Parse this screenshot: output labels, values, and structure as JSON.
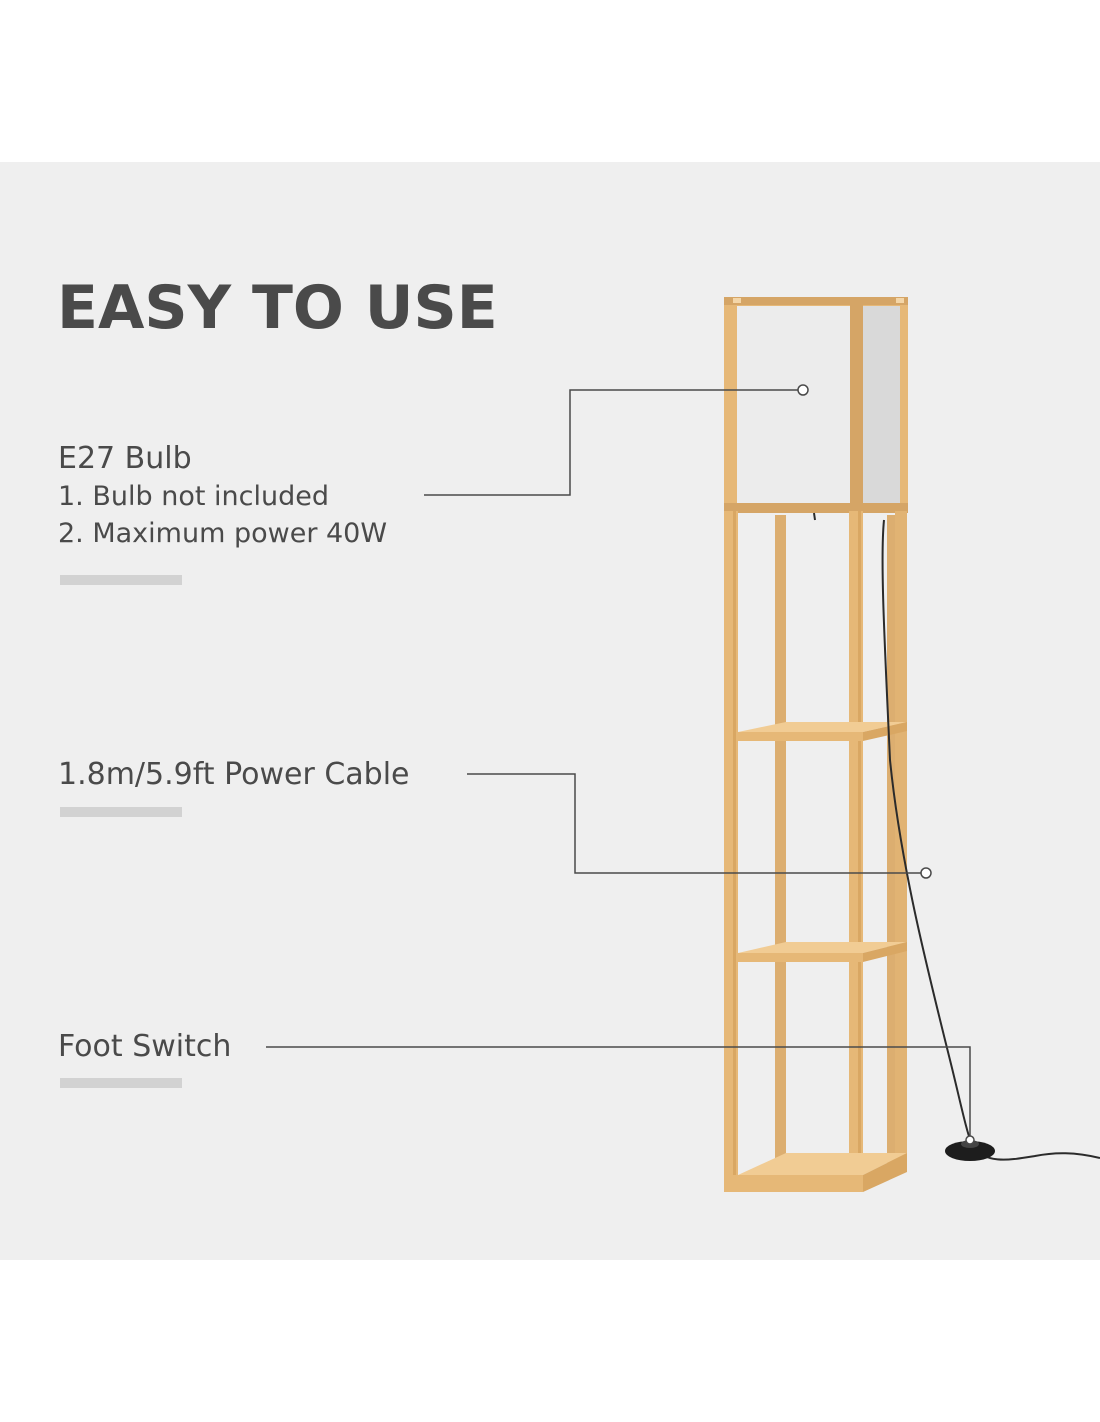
{
  "title": "EASY TO USE",
  "features": [
    {
      "heading": "E27 Bulb",
      "lines": [
        "1. Bulb not included",
        "2. Maximum power 40W"
      ]
    },
    {
      "heading": "1.8m/5.9ft Power Cable"
    },
    {
      "heading": "Foot Switch"
    }
  ],
  "colors": {
    "background": "#efefef",
    "text": "#4a4a4a",
    "divider": "#d2d2d2",
    "wood": "#e6b877",
    "shade": "#dedede"
  }
}
